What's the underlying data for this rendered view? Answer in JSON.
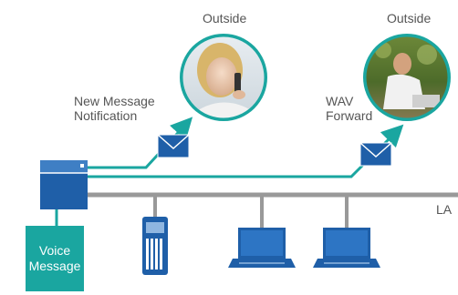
{
  "labels": {
    "outside_left": "Outside",
    "outside_right": "Outside",
    "notification": [
      "New Message",
      "Notification"
    ],
    "wav_forward": [
      "WAV",
      "Forward"
    ],
    "lan": "LA",
    "voice_message": [
      "Voice",
      "Message"
    ]
  },
  "icons": {
    "server": "voice-mail-server-icon",
    "phone": "ip-phone-icon",
    "laptop": "laptop-icon",
    "envelope": "envelope-icon",
    "person_phone": "person-on-phone-photo",
    "person_laptop": "person-with-laptop-photo"
  },
  "colors": {
    "accent": "#1aa6a0",
    "device_blue": "#1f5fa8",
    "lan_gray": "#999999",
    "text": "#555555"
  }
}
